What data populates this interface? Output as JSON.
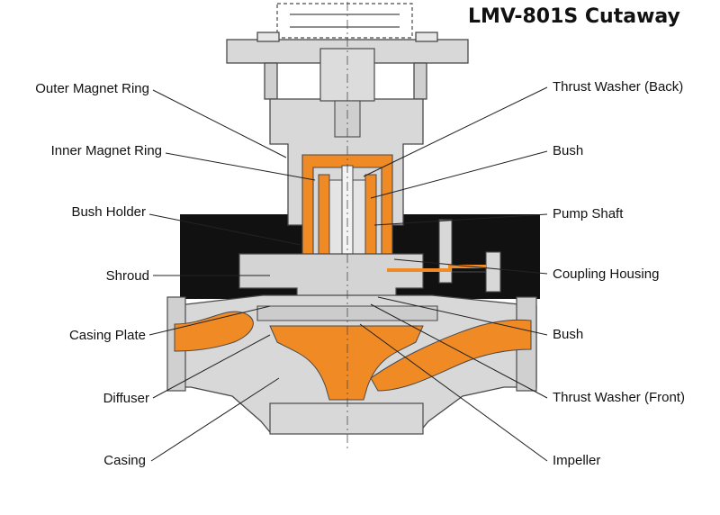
{
  "title": "LMV-801S Cutaway",
  "labels_left": [
    "Outer Magnet Ring",
    "Inner Magnet Ring",
    "Bush Holder",
    "Shroud",
    "Casing Plate",
    "Diffuser",
    "Casing"
  ],
  "labels_right": [
    "Thrust Washer (Back)",
    "Bush",
    "Pump Shaft",
    "Coupling Housing",
    "Bush",
    "Thrust Washer (Front)",
    "Impeller"
  ],
  "colors": {
    "metal": "#d8d8d8",
    "outline": "#4a4a4a",
    "highlight": "#f08a24",
    "watermark_band": "#111111",
    "leader": "#222222"
  }
}
